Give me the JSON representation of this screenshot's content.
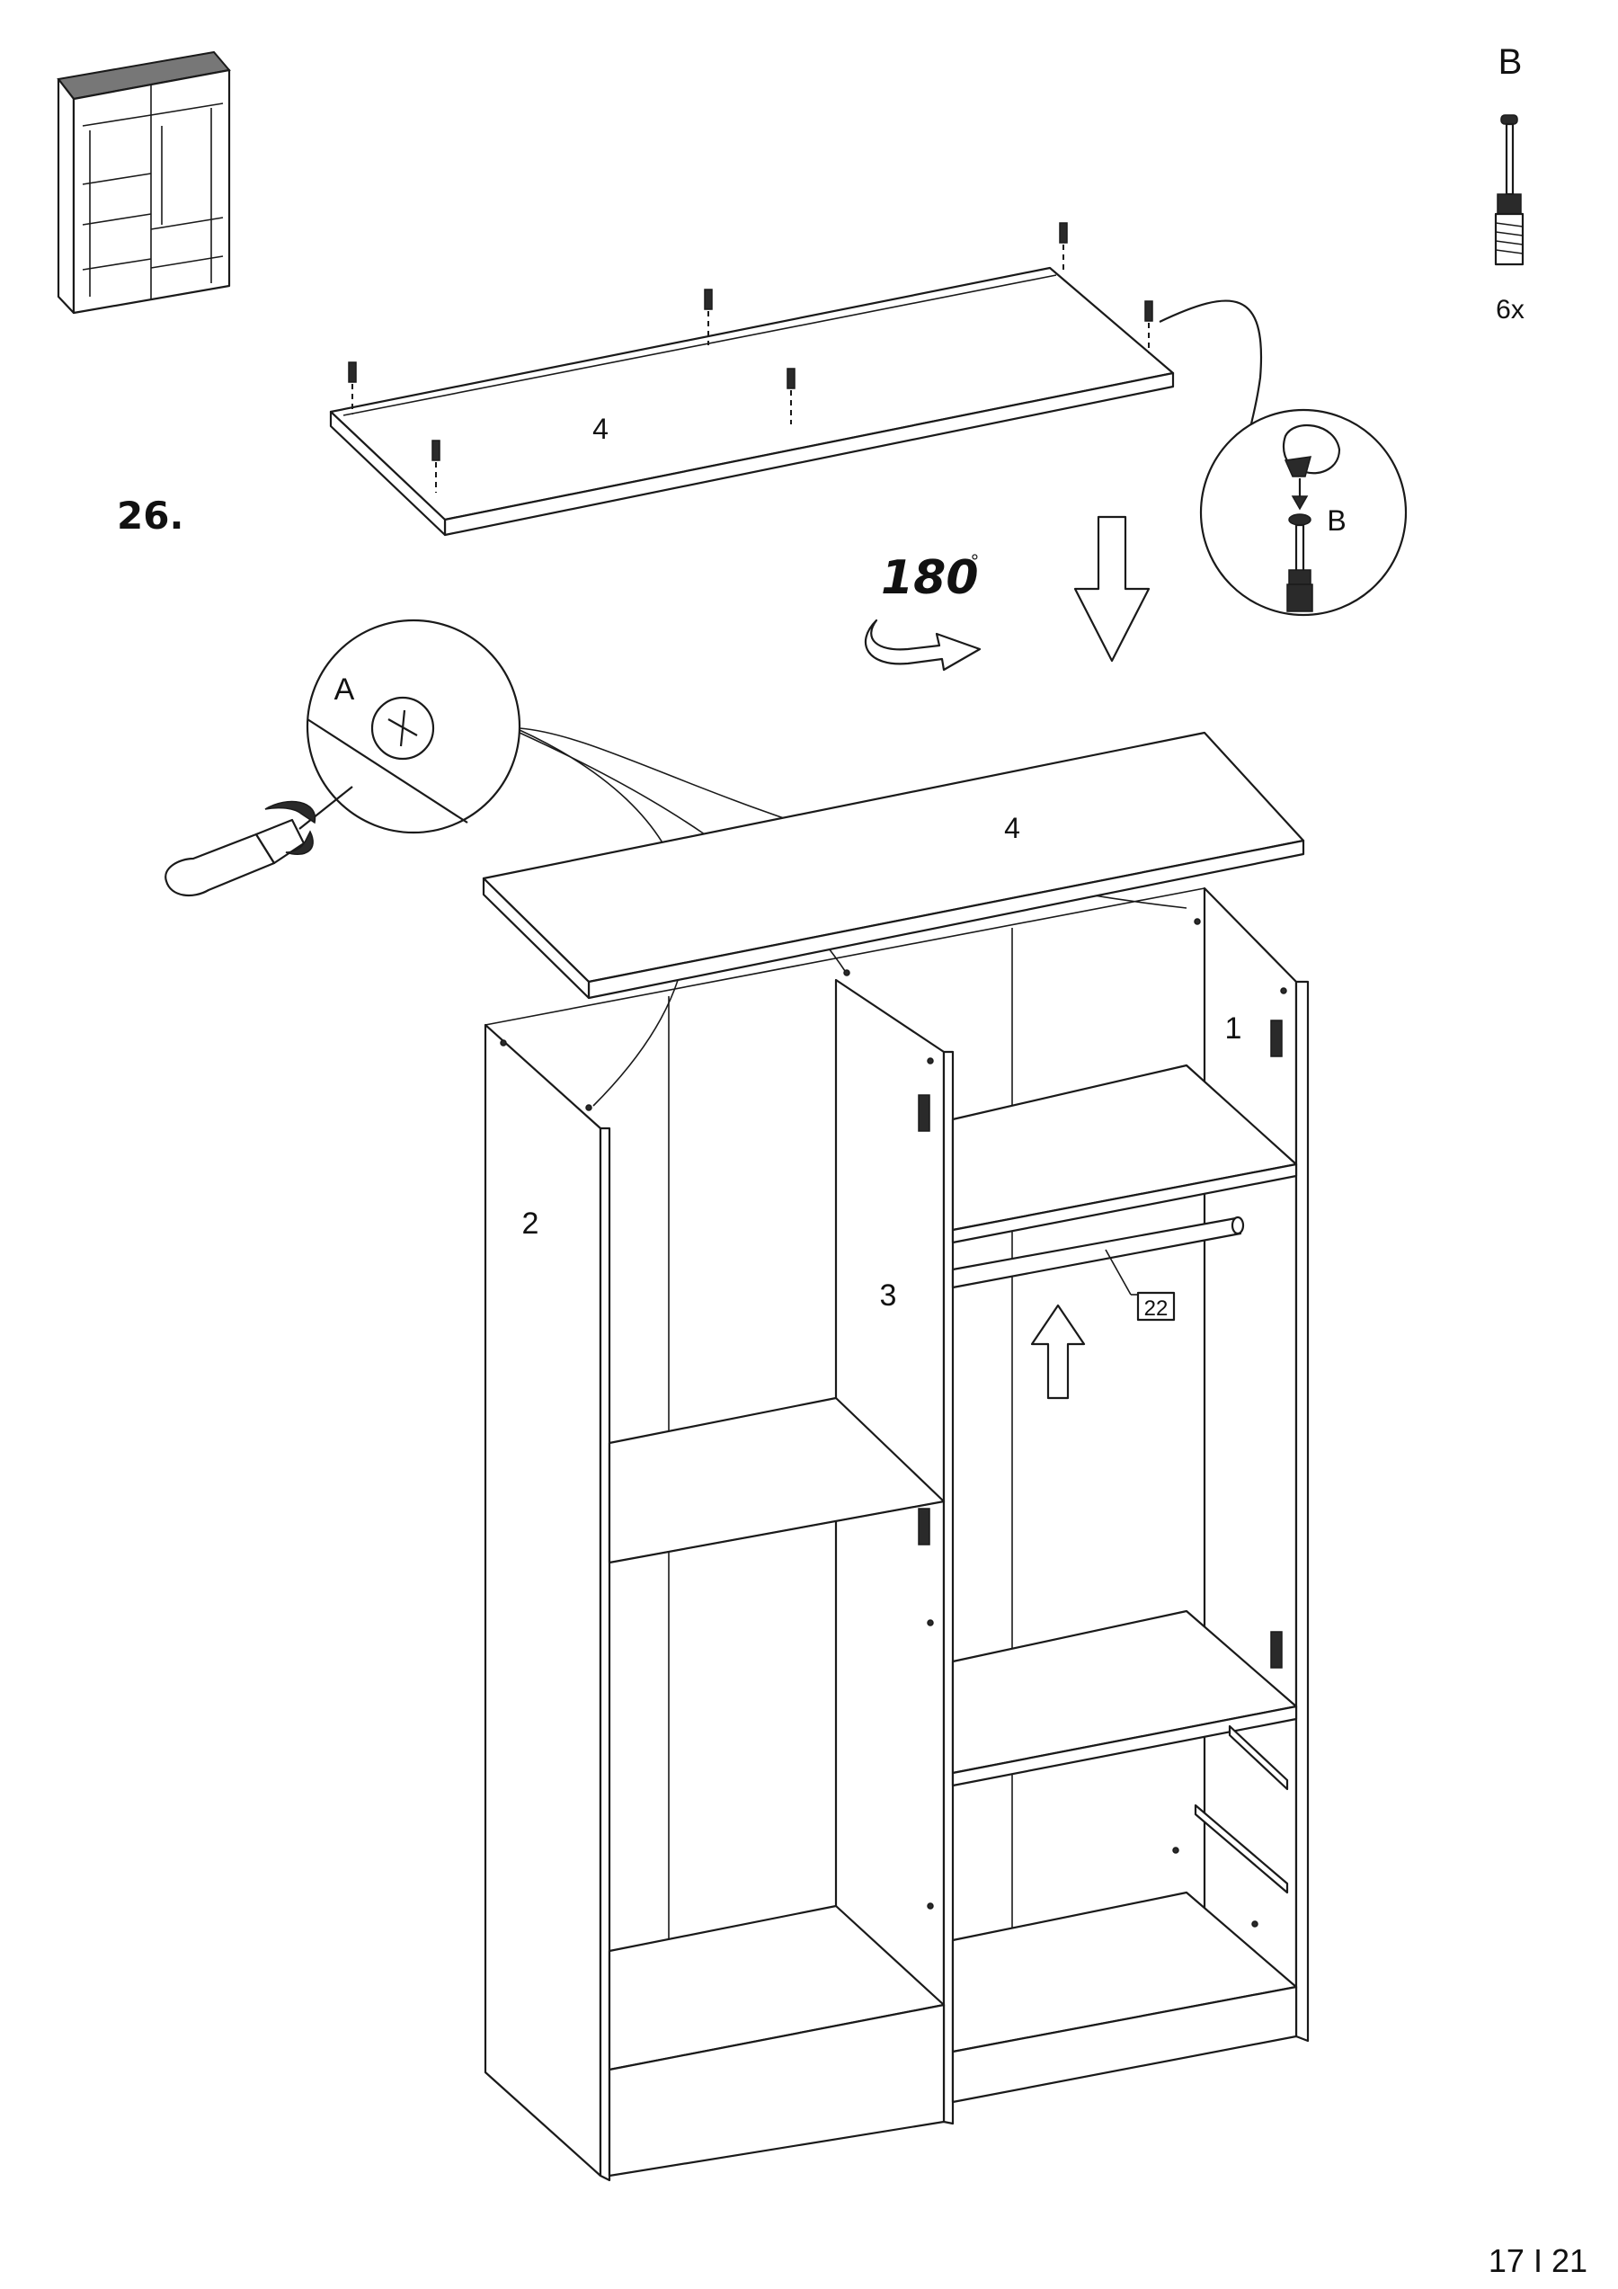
{
  "step": {
    "number": "26."
  },
  "hardware": {
    "code": "B",
    "quantity": "6x"
  },
  "detail_a": {
    "letter": "A"
  },
  "detail_b": {
    "letter": "B"
  },
  "rotation": {
    "angle": "180",
    "degree_symbol": "°"
  },
  "parts": {
    "top_panel_upper": "4",
    "top_panel_lower": "4",
    "side_right": "1",
    "side_left": "2",
    "divider": "3",
    "rail": "22"
  },
  "page": {
    "number": "17 I 21"
  },
  "colors": {
    "line": "#1a1a1a",
    "background": "#ffffff",
    "shade": "#e6e6e6"
  }
}
